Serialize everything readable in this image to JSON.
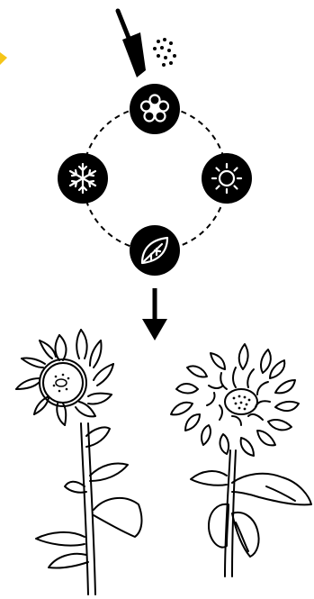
{
  "diagram": {
    "cycle_nodes": [
      {
        "name": "blossom",
        "icon": "flower-icon"
      },
      {
        "name": "summer",
        "icon": "sun-icon"
      },
      {
        "name": "autumn",
        "icon": "leaf-icon"
      },
      {
        "name": "winter",
        "icon": "snowflake-icon"
      }
    ],
    "top_elements": [
      "trowel-icon",
      "seeds-icon",
      "sun-ray-icon"
    ],
    "outcome_arrow": "arrow-down-icon",
    "outcomes": [
      "sunflower-single",
      "sunflower-double"
    ],
    "colors": {
      "ink": "#000000",
      "background": "#ffffff",
      "accent": "#f5c518"
    }
  }
}
